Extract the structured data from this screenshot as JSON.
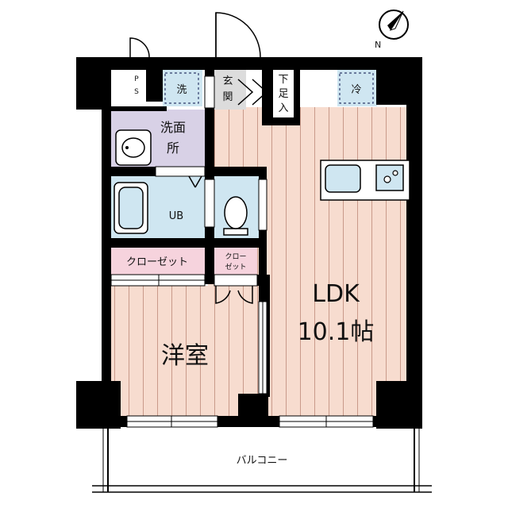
{
  "rooms": {
    "ldk_name": "LDK",
    "ldk_size": "10.1帖",
    "western_room": "洋室",
    "washroom_line1": "洗面",
    "washroom_line2": "所",
    "unit_bath": "UB",
    "closet_large": "クローゼット",
    "closet_small_line1": "クロー",
    "closet_small_line2": "ゼット",
    "entrance_line1": "玄",
    "entrance_line2": "関",
    "shoe_box": [
      "下",
      "足",
      "入"
    ],
    "pipe_space": [
      "P",
      "S"
    ],
    "washer": "洗",
    "fridge": "冷",
    "balcony": "バルコニー"
  },
  "colors": {
    "wall": "#000000",
    "wood_floor": "#f7dccf",
    "wood_stripe": "#c99a8a",
    "wet_area": "#cfe6f1",
    "washroom": "#d8d1e6",
    "closet": "#f6d3dd",
    "entrance": "#dcdcdc",
    "fixture": "#ffffff"
  },
  "compass": {
    "label": "N"
  }
}
